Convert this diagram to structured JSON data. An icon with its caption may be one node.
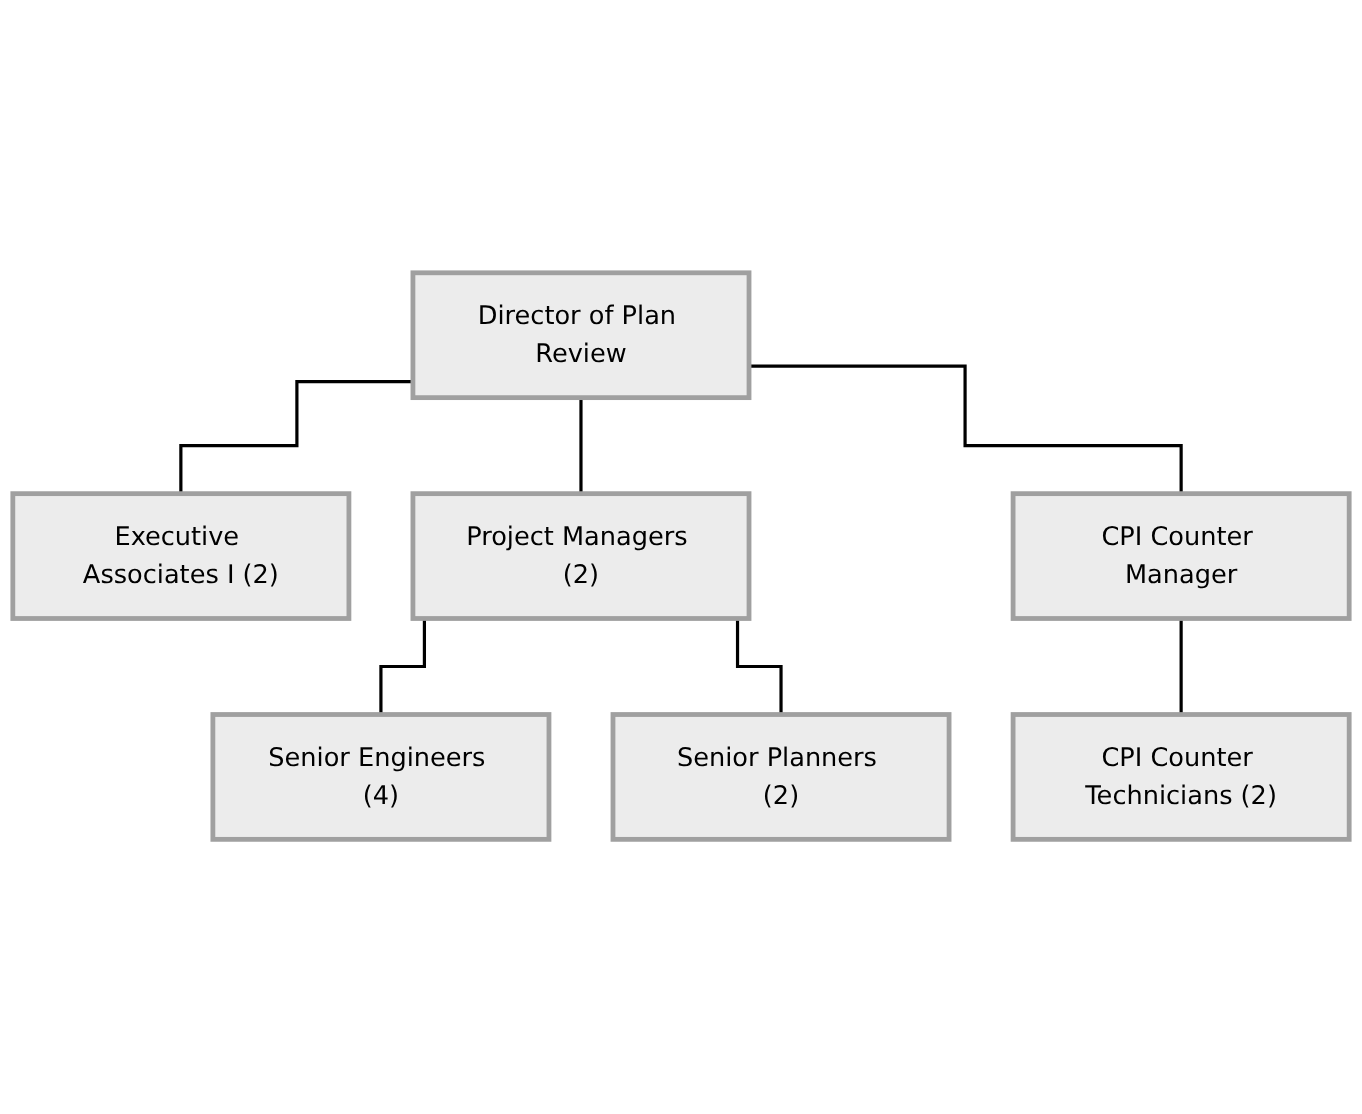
{
  "diagram": {
    "nodes": [
      {
        "text": [
          "Director of Plan Review"
        ]
      },
      {
        "text": [
          "Executive Associates I (2)"
        ]
      },
      {
        "text": [
          "Project Managers (2)"
        ]
      },
      {
        "text": [
          "CPI Counter Manager"
        ]
      },
      {
        "text": [
          "Senior Engineers (4)"
        ]
      },
      {
        "text": [
          "Senior Planners (2)"
        ]
      },
      {
        "text": [
          "CPI Counter Technicians (2)"
        ]
      }
    ],
    "edges": [
      {
        "from": 0,
        "to": 1,
        "arrow": "none"
      },
      {
        "from": 0,
        "to": 2,
        "arrow": "none"
      },
      {
        "from": 0,
        "to": 3,
        "arrow": "none"
      },
      {
        "from": 2,
        "to": 4,
        "arrow": "none"
      },
      {
        "from": 2,
        "to": 5,
        "arrow": "none"
      },
      {
        "from": 3,
        "to": 6,
        "arrow": "none"
      }
    ]
  }
}
